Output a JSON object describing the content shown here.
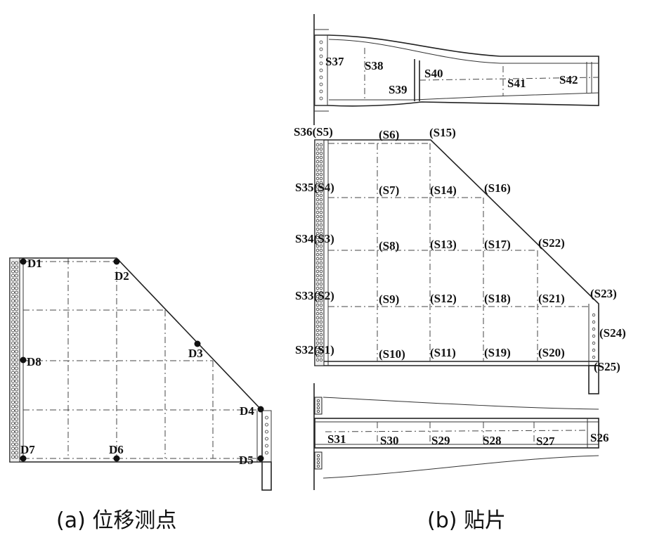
{
  "caption_a": "(a) 位移测点",
  "caption_b": "(b) 贴片",
  "displacement_points": [
    "D1",
    "D2",
    "D3",
    "D4",
    "D5",
    "D6",
    "D7",
    "D8"
  ],
  "top_gauges": [
    "S37",
    "S38",
    "S39",
    "S40",
    "S41",
    "S42"
  ],
  "middle_gauges": [
    "S36(S5)",
    "(S6)",
    "(S15)",
    "S35(S4)",
    "(S7)",
    "(S14)",
    "(S16)",
    "S34(S3)",
    "(S8)",
    "(S13)",
    "(S17)",
    "(S22)",
    "S33(S2)",
    "(S9)",
    "(S12)",
    "(S18)",
    "(S21)",
    "(S23)",
    "(S24)",
    "S32(S1)",
    "(S10)",
    "(S11)",
    "(S19)",
    "(S20)",
    "(S25)"
  ],
  "bottom_gauges": [
    "S31",
    "S30",
    "S29",
    "S28",
    "S27",
    "S26"
  ]
}
